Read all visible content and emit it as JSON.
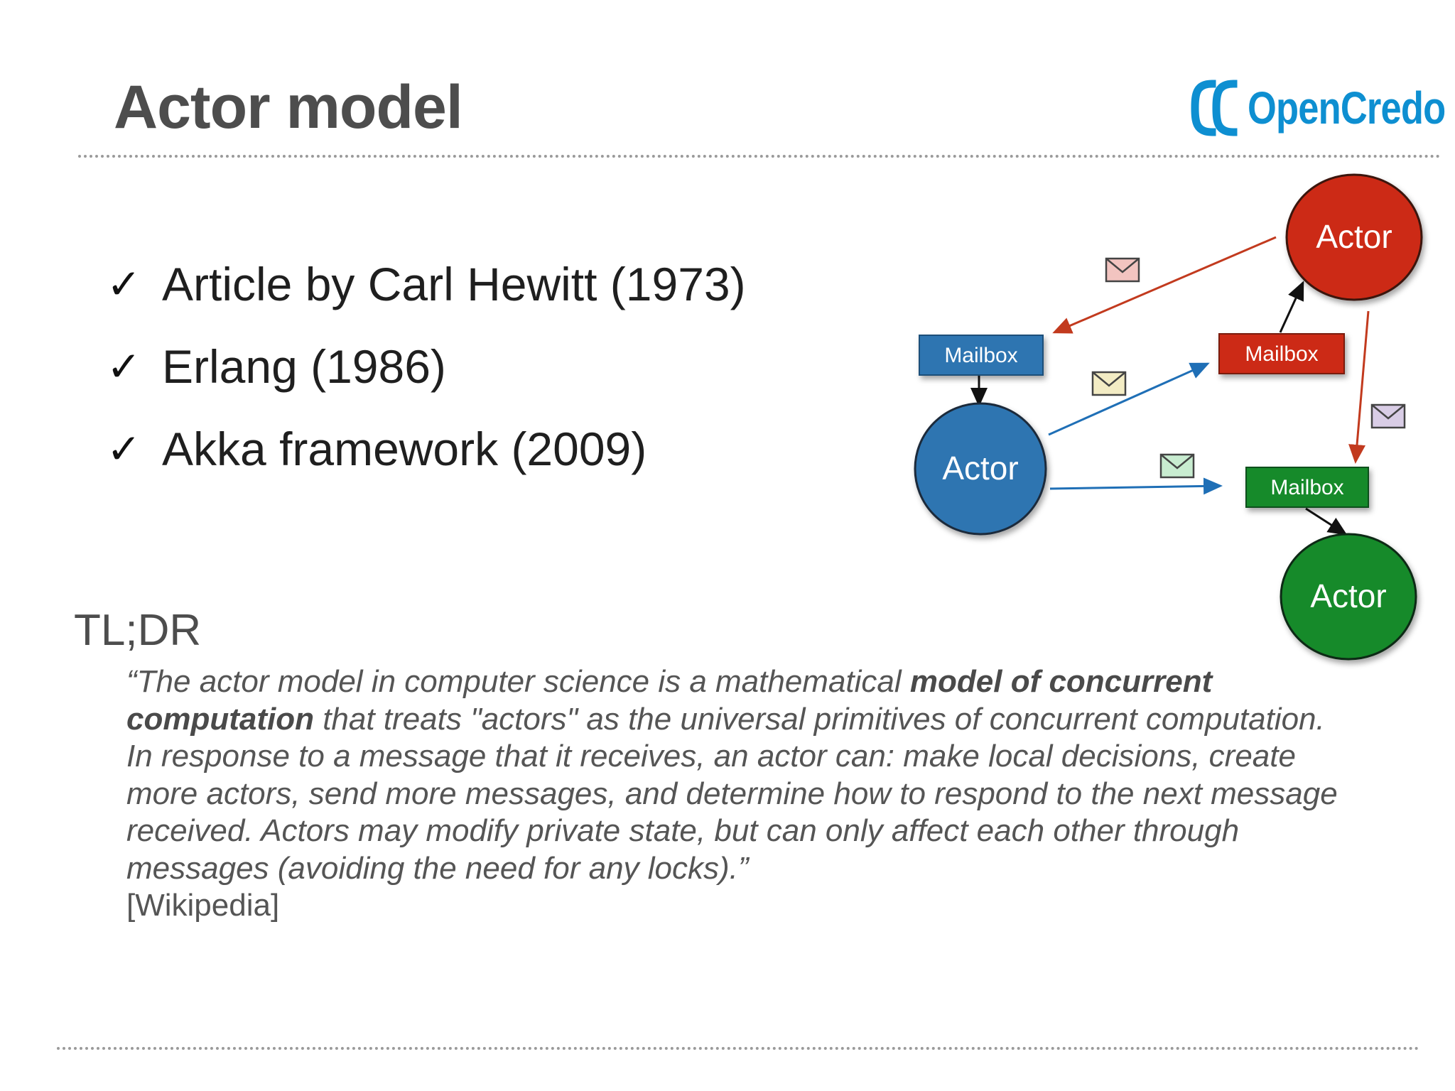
{
  "slide": {
    "title": "Actor model",
    "logo": {
      "text": "OpenCredo",
      "icon": "opencredo-logo-icon",
      "color": "#0e8fd1"
    },
    "bullets": [
      "Article by Carl Hewitt (1973)",
      "Erlang (1986)",
      "Akka framework (2009)"
    ],
    "check_glyph": "✓",
    "tldr_heading": "TL;DR",
    "quote": {
      "open_mark": "“",
      "text1": "The actor model in computer science is a mathematical ",
      "bold": "model of concurrent computation",
      "text2": " that treats \"actors\" as the universal primitives of concurrent computation.",
      "para2": "In response to a message that it receives, an actor can: make local decisions, create more actors, send more messages, and determine how to respond to the next message received. Actors may modify private state, but can only affect each other through messages (avoiding the need for any locks).",
      "close_mark": "”",
      "source": "[Wikipedia]"
    }
  },
  "diagram": {
    "actors": [
      {
        "id": "actor-blue",
        "label": "Actor",
        "color": "#2f75b1"
      },
      {
        "id": "actor-red",
        "label": "Actor",
        "color": "#cc2a13"
      },
      {
        "id": "actor-green",
        "label": "Actor",
        "color": "#178a2c"
      }
    ],
    "mailboxes": [
      {
        "id": "mailbox-blue",
        "label": "Mailbox",
        "color": "#2f75b1"
      },
      {
        "id": "mailbox-red",
        "label": "Mailbox",
        "color": "#cc2a13"
      },
      {
        "id": "mailbox-green",
        "label": "Mailbox",
        "color": "#178a2c"
      }
    ],
    "envelopes": [
      {
        "id": "envelope-pink",
        "color": "#f2c4c0"
      },
      {
        "id": "envelope-yellow",
        "color": "#f3ecc4"
      },
      {
        "id": "envelope-purple",
        "color": "#d9cde6"
      },
      {
        "id": "envelope-green",
        "color": "#c8ecd0"
      }
    ]
  }
}
